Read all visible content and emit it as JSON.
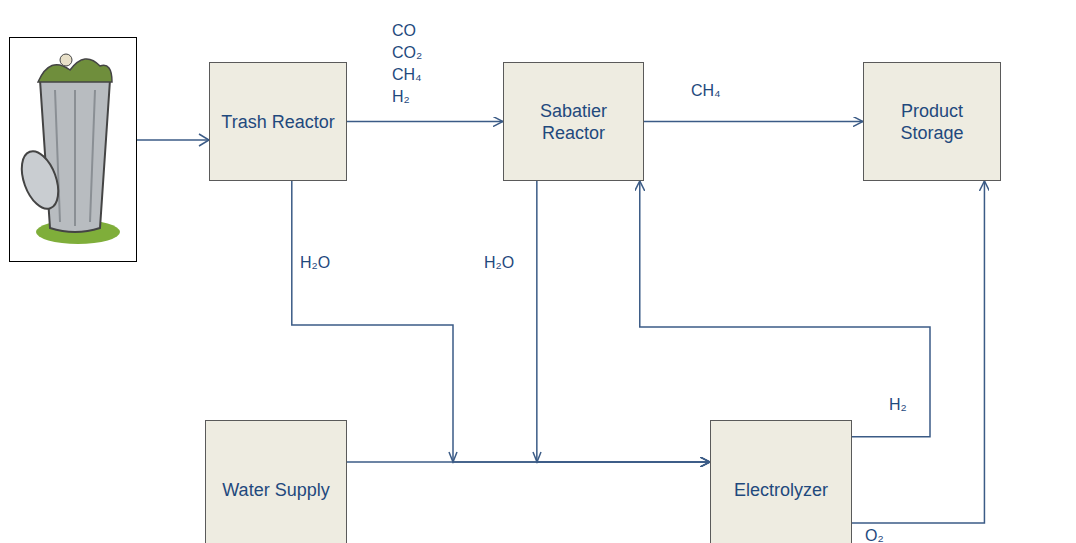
{
  "diagram": {
    "nodes": [
      {
        "text": [
          "Trash Reactor"
        ]
      },
      {
        "text": [
          "Sabatier Reactor"
        ]
      },
      {
        "text": [
          "Product Storage"
        ]
      },
      {
        "text": [
          "Water Supply"
        ]
      },
      {
        "text": [
          "Electrolyzer"
        ]
      }
    ],
    "edges": [
      {
        "from": 0,
        "to": 1,
        "label": "CO CO₂ CH₄ H₂",
        "arrow": "to"
      },
      {
        "from": 1,
        "to": 2,
        "label": "CH₄",
        "arrow": "to"
      },
      {
        "from": 0,
        "to": 4,
        "label": "H₂O",
        "arrow": "to"
      },
      {
        "from": 1,
        "to": 4,
        "label": "H₂O",
        "arrow": "to"
      },
      {
        "from": 3,
        "to": 4,
        "arrow": "to"
      },
      {
        "from": 4,
        "to": 1,
        "label": "H₂",
        "arrow": "to"
      },
      {
        "from": 4,
        "to": 2,
        "label": "O₂",
        "arrow": "to"
      }
    ]
  }
}
